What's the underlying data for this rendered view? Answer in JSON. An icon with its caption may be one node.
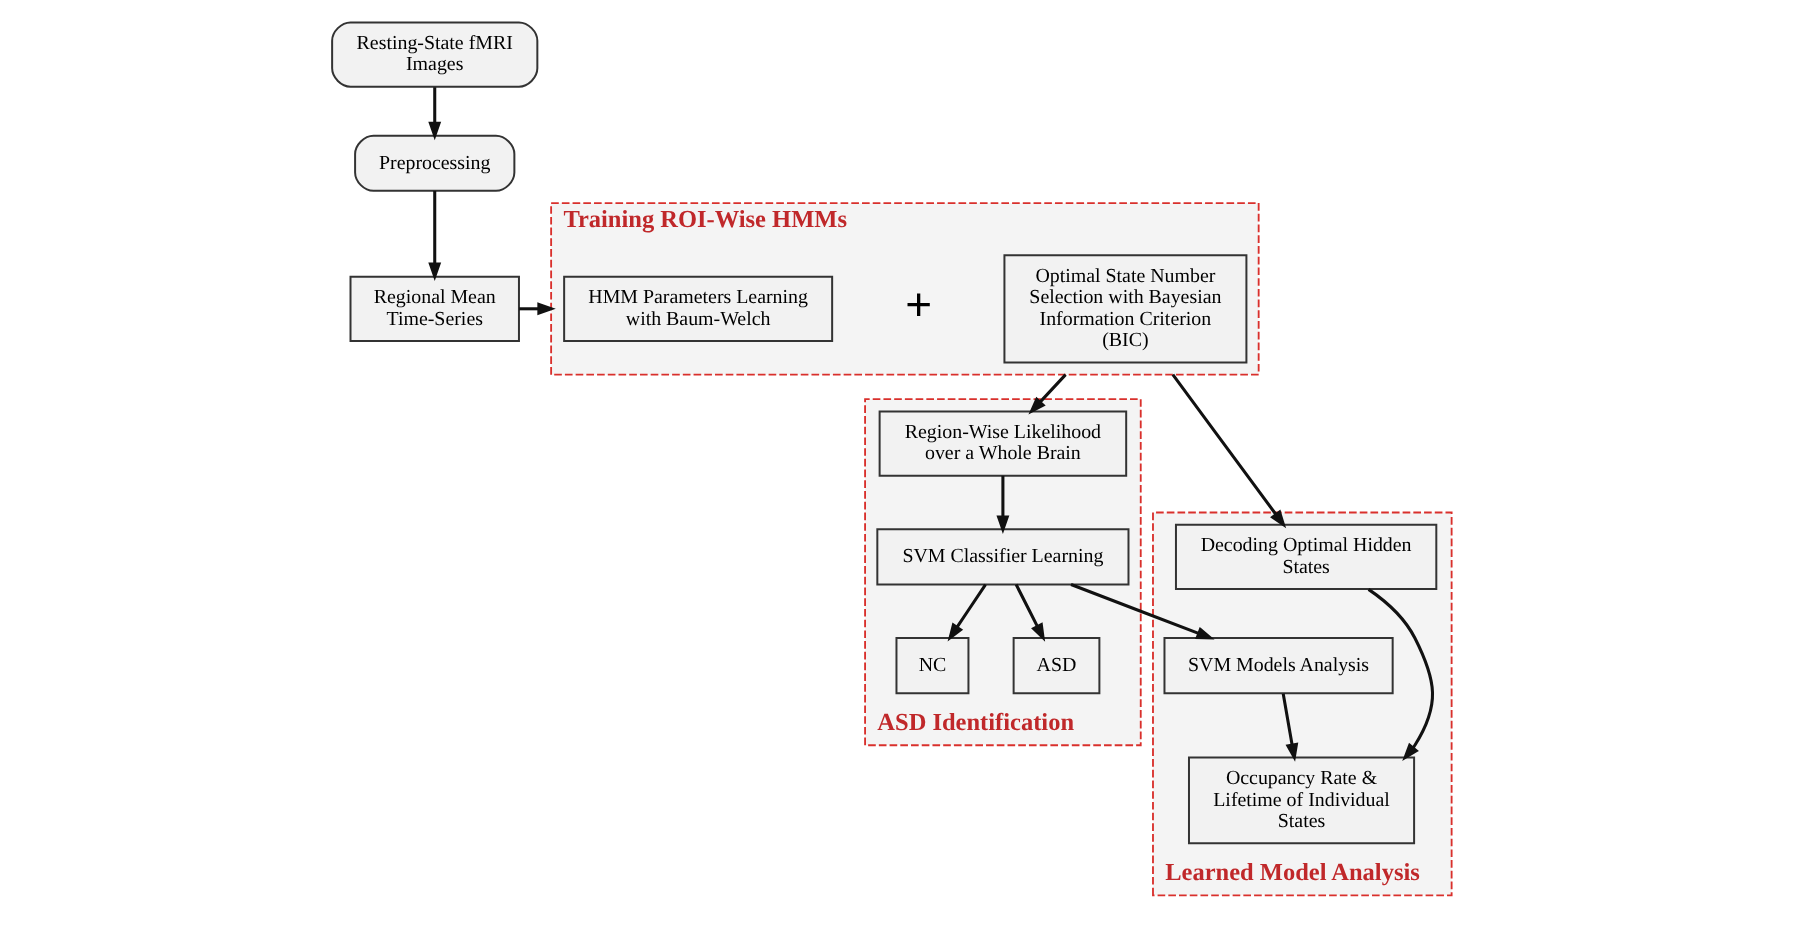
{
  "diagram": {
    "nodes": [
      {
        "text": [
          "Resting-State fMRI Images"
        ]
      },
      {
        "text": [
          "Preprocessing"
        ]
      },
      {
        "text": [
          "Regional Mean Time-Series"
        ]
      },
      {
        "text": [
          "Training ROI-Wise HMMs"
        ]
      },
      {
        "text": [
          "HMM Parameters Learning with Baum-Welch"
        ],
        "in": 3
      },
      {
        "text": [
          "Optimal State Number Selection with Bayesian Information Criterion (BIC)"
        ],
        "in": 3
      },
      {
        "text": [
          "ASD Identification"
        ]
      },
      {
        "text": [
          "Region-Wise Likelihood over a Whole Brain"
        ],
        "in": 6
      },
      {
        "text": [
          "SVM Classifier Learning"
        ],
        "in": 6
      },
      {
        "text": [
          "NC"
        ],
        "in": 6
      },
      {
        "text": [
          "ASD"
        ],
        "in": 6
      },
      {
        "text": [
          "Learned Model Analysis"
        ]
      },
      {
        "text": [
          "Decoding Optimal Hidden States"
        ],
        "in": 11
      },
      {
        "text": [
          "Occupancy Rate & Lifetime of Individual States"
        ],
        "in": 11
      },
      {
        "text": [
          "SVM Models Analysis"
        ],
        "in": 11
      }
    ],
    "edges": [
      {
        "from": 0,
        "to": 1,
        "arrow": "to"
      },
      {
        "from": 1,
        "to": 2,
        "arrow": "to"
      },
      {
        "from": 2,
        "to": 3,
        "arrow": "to"
      },
      {
        "from": 3,
        "to": 7,
        "arrow": "to"
      },
      {
        "from": 3,
        "to": 12,
        "arrow": "to"
      },
      {
        "from": 7,
        "to": 8,
        "arrow": "to"
      },
      {
        "from": 8,
        "to": 9,
        "arrow": "to"
      },
      {
        "from": 8,
        "to": 10,
        "arrow": "to"
      },
      {
        "from": 8,
        "to": 14,
        "arrow": "to"
      },
      {
        "from": 12,
        "to": 13,
        "arrow": "to"
      },
      {
        "from": 14,
        "to": 13,
        "arrow": "to"
      }
    ],
    "labels": [
      "+"
    ]
  }
}
